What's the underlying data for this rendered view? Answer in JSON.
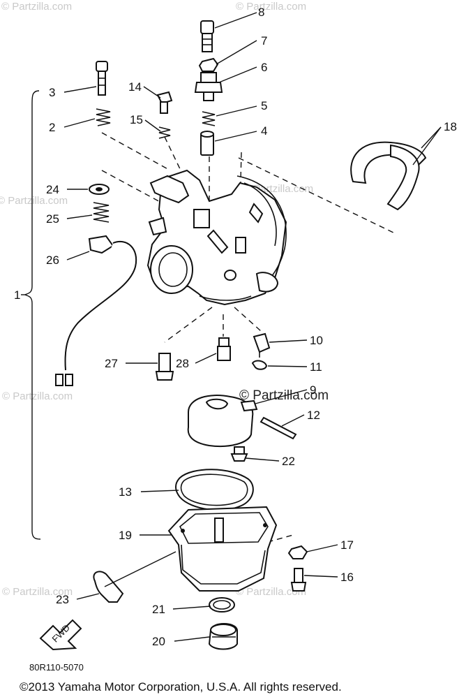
{
  "callouts": {
    "c1": "1",
    "c2": "2",
    "c3": "3",
    "c4": "4",
    "c5": "5",
    "c6": "6",
    "c7": "7",
    "c8": "8",
    "c9": "9",
    "c10": "10",
    "c11": "11",
    "c12": "12",
    "c13": "13",
    "c14": "14",
    "c15": "15",
    "c16": "16",
    "c17": "17",
    "c18": "18",
    "c19": "19",
    "c20": "20",
    "c21": "21",
    "c22": "22",
    "c23": "23",
    "c24": "24",
    "c25": "25",
    "c26": "26",
    "c27": "27",
    "c28": "28"
  },
  "watermark": {
    "text": "© Partzilla.com",
    "center_text": "© Partzilla.com"
  },
  "fwd_label": "FWD",
  "diagram_code": "80R110-5070",
  "copyright": "©2013 Yamaha Motor Corporation, U.S.A. All rights reserved."
}
